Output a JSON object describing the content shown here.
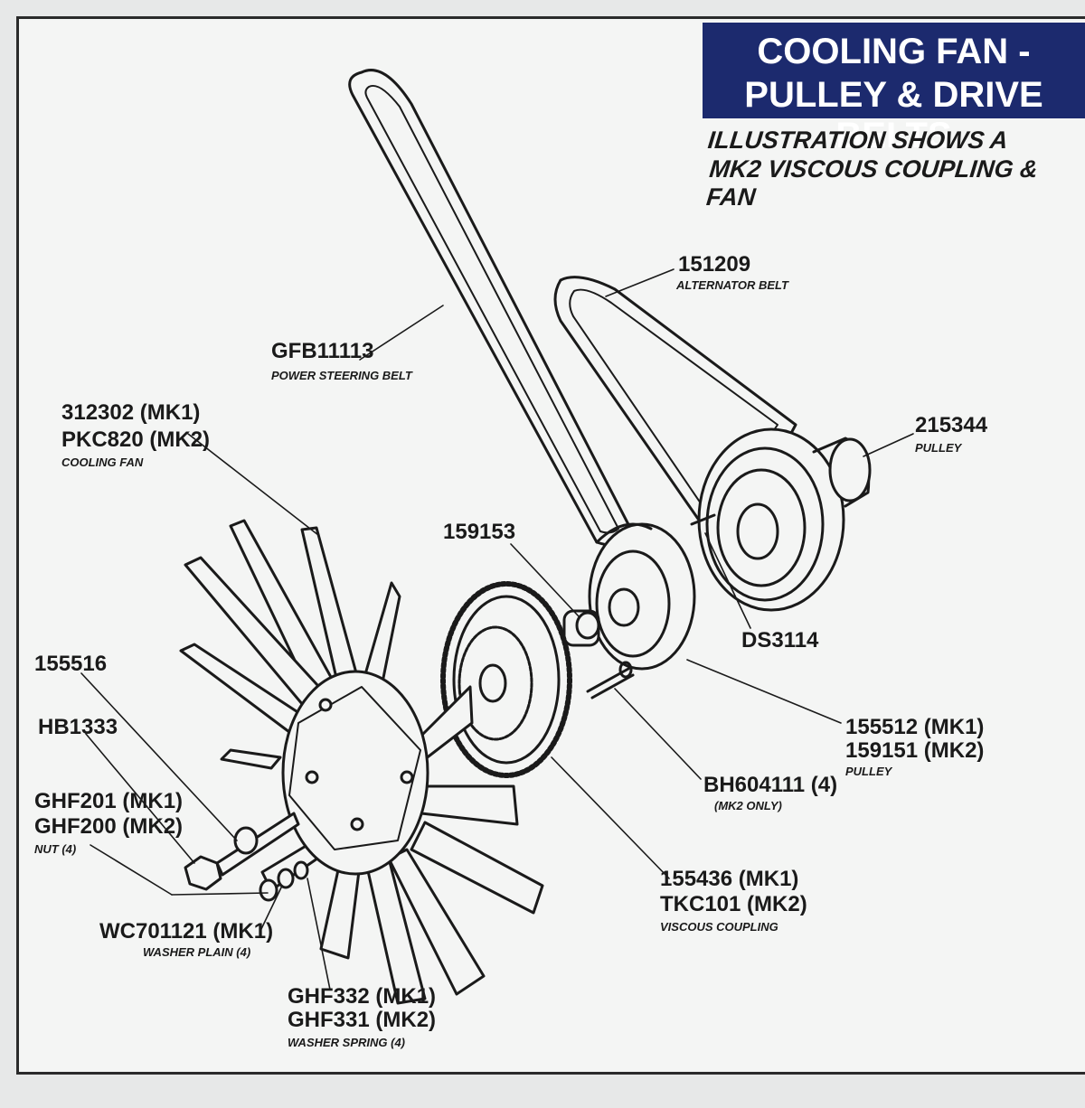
{
  "title": {
    "line1": "COOLING FAN -",
    "line2": "PULLEY & DRIVE BELTS"
  },
  "note": {
    "line1": "ILLUSTRATION SHOWS A",
    "line2": "MK2 VISCOUS COUPLING & FAN"
  },
  "parts": {
    "alternator_belt": {
      "number": "151209",
      "desc": "ALTERNATOR BELT"
    },
    "power_steering_belt": {
      "number": "GFB11113",
      "desc": "POWER STEERING BELT"
    },
    "cooling_fan": {
      "number_mk1": "312302 (MK1)",
      "number_mk2": "PKC820 (MK2)",
      "desc": "COOLING FAN"
    },
    "pulley_215344": {
      "number": "215344",
      "desc": "PULLEY"
    },
    "spacer": {
      "number": "159153"
    },
    "key": {
      "number": "DS3114"
    },
    "bolt_155516": {
      "number": "155516"
    },
    "bolt_hb1333": {
      "number": "HB1333"
    },
    "nut": {
      "number_mk1": "GHF201 (MK1)",
      "number_mk2": "GHF200 (MK2)",
      "desc": "NUT (4)"
    },
    "washer_plain": {
      "number": "WC701121 (MK1)",
      "desc": "WASHER PLAIN (4)"
    },
    "washer_spring": {
      "number_mk1": "GHF332 (MK1)",
      "number_mk2": "GHF331 (MK2)",
      "desc": "WASHER SPRING (4)"
    },
    "fan_pulley": {
      "number_mk1": "155512 (MK1)",
      "number_mk2": "159151 (MK2)",
      "desc": "PULLEY"
    },
    "bolt_bh604111": {
      "number": "BH604111 (4)",
      "desc": "(MK2 ONLY)"
    },
    "viscous_coupling": {
      "number_mk1": "155436 (MK1)",
      "number_mk2": "TKC101 (MK2)",
      "desc": "VISCOUS COUPLING"
    }
  },
  "colors": {
    "title_bg": "#1c2a6e",
    "title_fg": "#ffffff",
    "ink": "#1a1a1a",
    "paper": "#f4f5f4"
  }
}
